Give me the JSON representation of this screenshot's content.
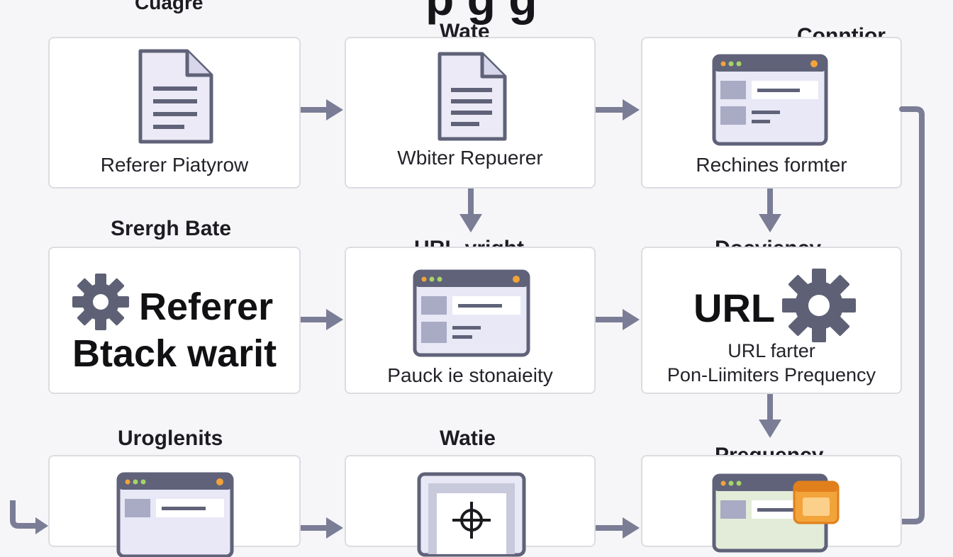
{
  "header": {
    "title_fragment": "p   g   g"
  },
  "columns": {
    "c1_top": "Cuagre",
    "c2_top": "Wate",
    "c3_top": "Conntior"
  },
  "row1": {
    "p1_caption": "Referer Piatyrow",
    "p2_caption": "Wbiter Repuerer",
    "p3_caption": "Rechines formter"
  },
  "row2": {
    "p1_top": "Srergh Bate",
    "p1_big_line1": "Referer",
    "p1_big_line2": "Btack warit",
    "p2_top": "URL-vright",
    "p2_caption": "Pauck ie stonaieity",
    "p3_top": "Docyiency",
    "p3_big": "URL",
    "p3_caption_line1": "URL farter",
    "p3_caption_line2": "Pon-Liimiters Prequency"
  },
  "row3": {
    "p1_top": "Uroglenits",
    "p2_top": "Watie",
    "p3_top": "Prequency"
  },
  "colors": {
    "arrow": "#7a7d95",
    "icon_frame": "#5f6278",
    "icon_fill": "#e6e6f4",
    "gear": "#5e6175",
    "accent_orange": "#f2a33a"
  }
}
